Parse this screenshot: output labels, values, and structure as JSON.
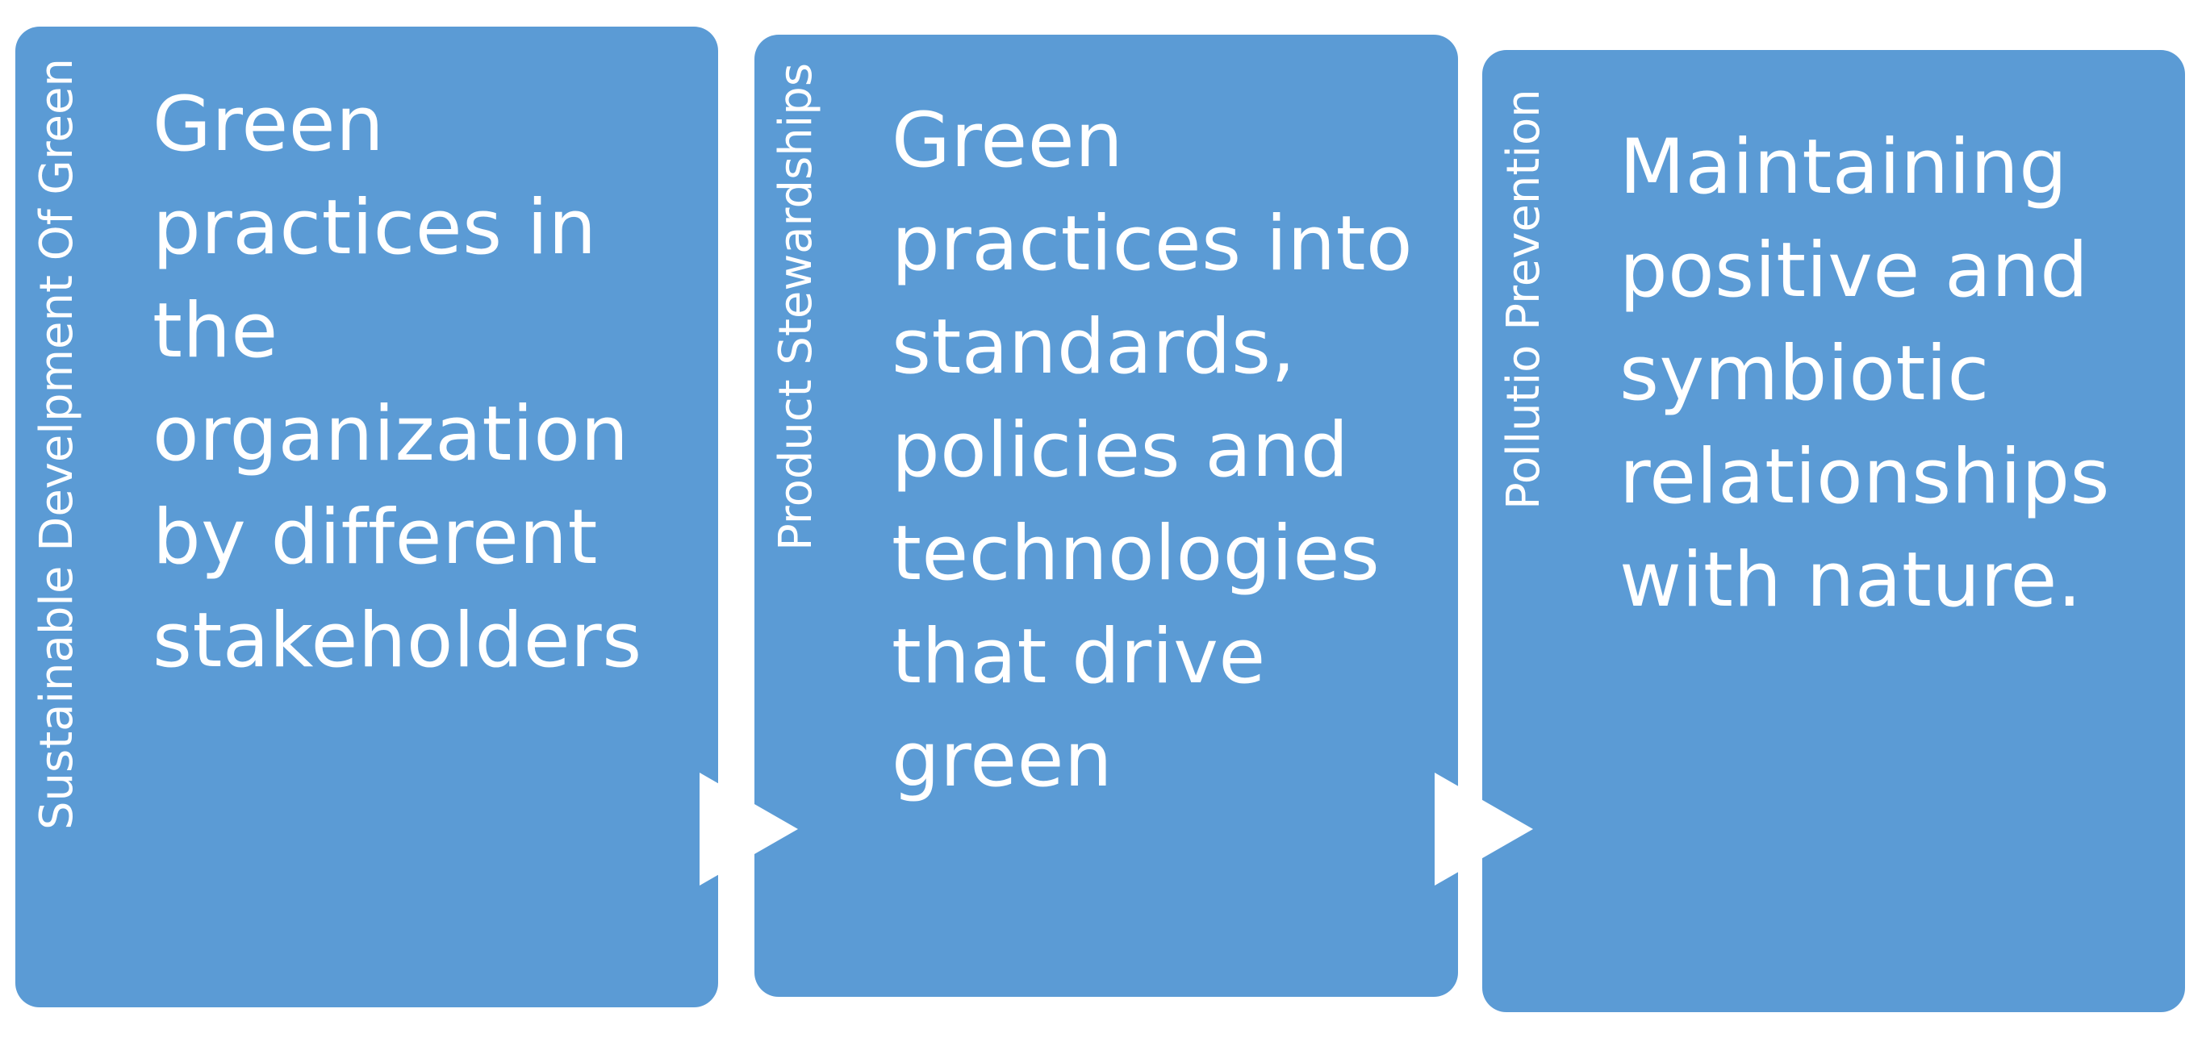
{
  "panels": [
    {
      "side_label": "Sustainable Develpment Of Green",
      "text": "Green\npractices in\nthe\norganization\nby different\nstakeholders"
    },
    {
      "side_label": "Product Stewardships",
      "text": "Green\npractices into\nstandards,\npolicies and\ntechnologies\nthat drive\ngreen"
    },
    {
      "side_label": "Pollutio Prevention",
      "text": "Maintaining\npositive and\nsymbiotic\nrelationships\nwith nature."
    }
  ],
  "colors": {
    "panel_fill": "#5b9bd5",
    "text": "#ffffff",
    "arrow": "#ffffff",
    "background": "#ffffff"
  }
}
